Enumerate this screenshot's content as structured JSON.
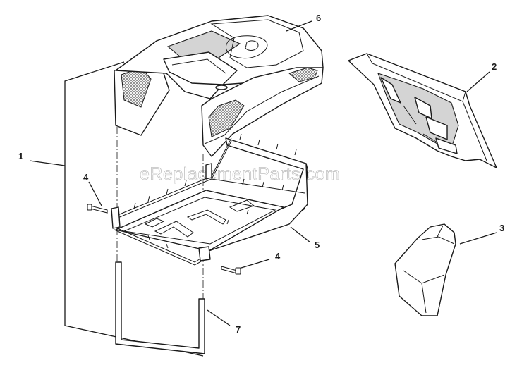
{
  "watermark": "eReplacementParts.com",
  "callouts": {
    "c1": "1",
    "c2": "2",
    "c3": "3",
    "c4a": "4",
    "c4b": "4",
    "c5": "5",
    "c6": "6",
    "c7": "7"
  }
}
